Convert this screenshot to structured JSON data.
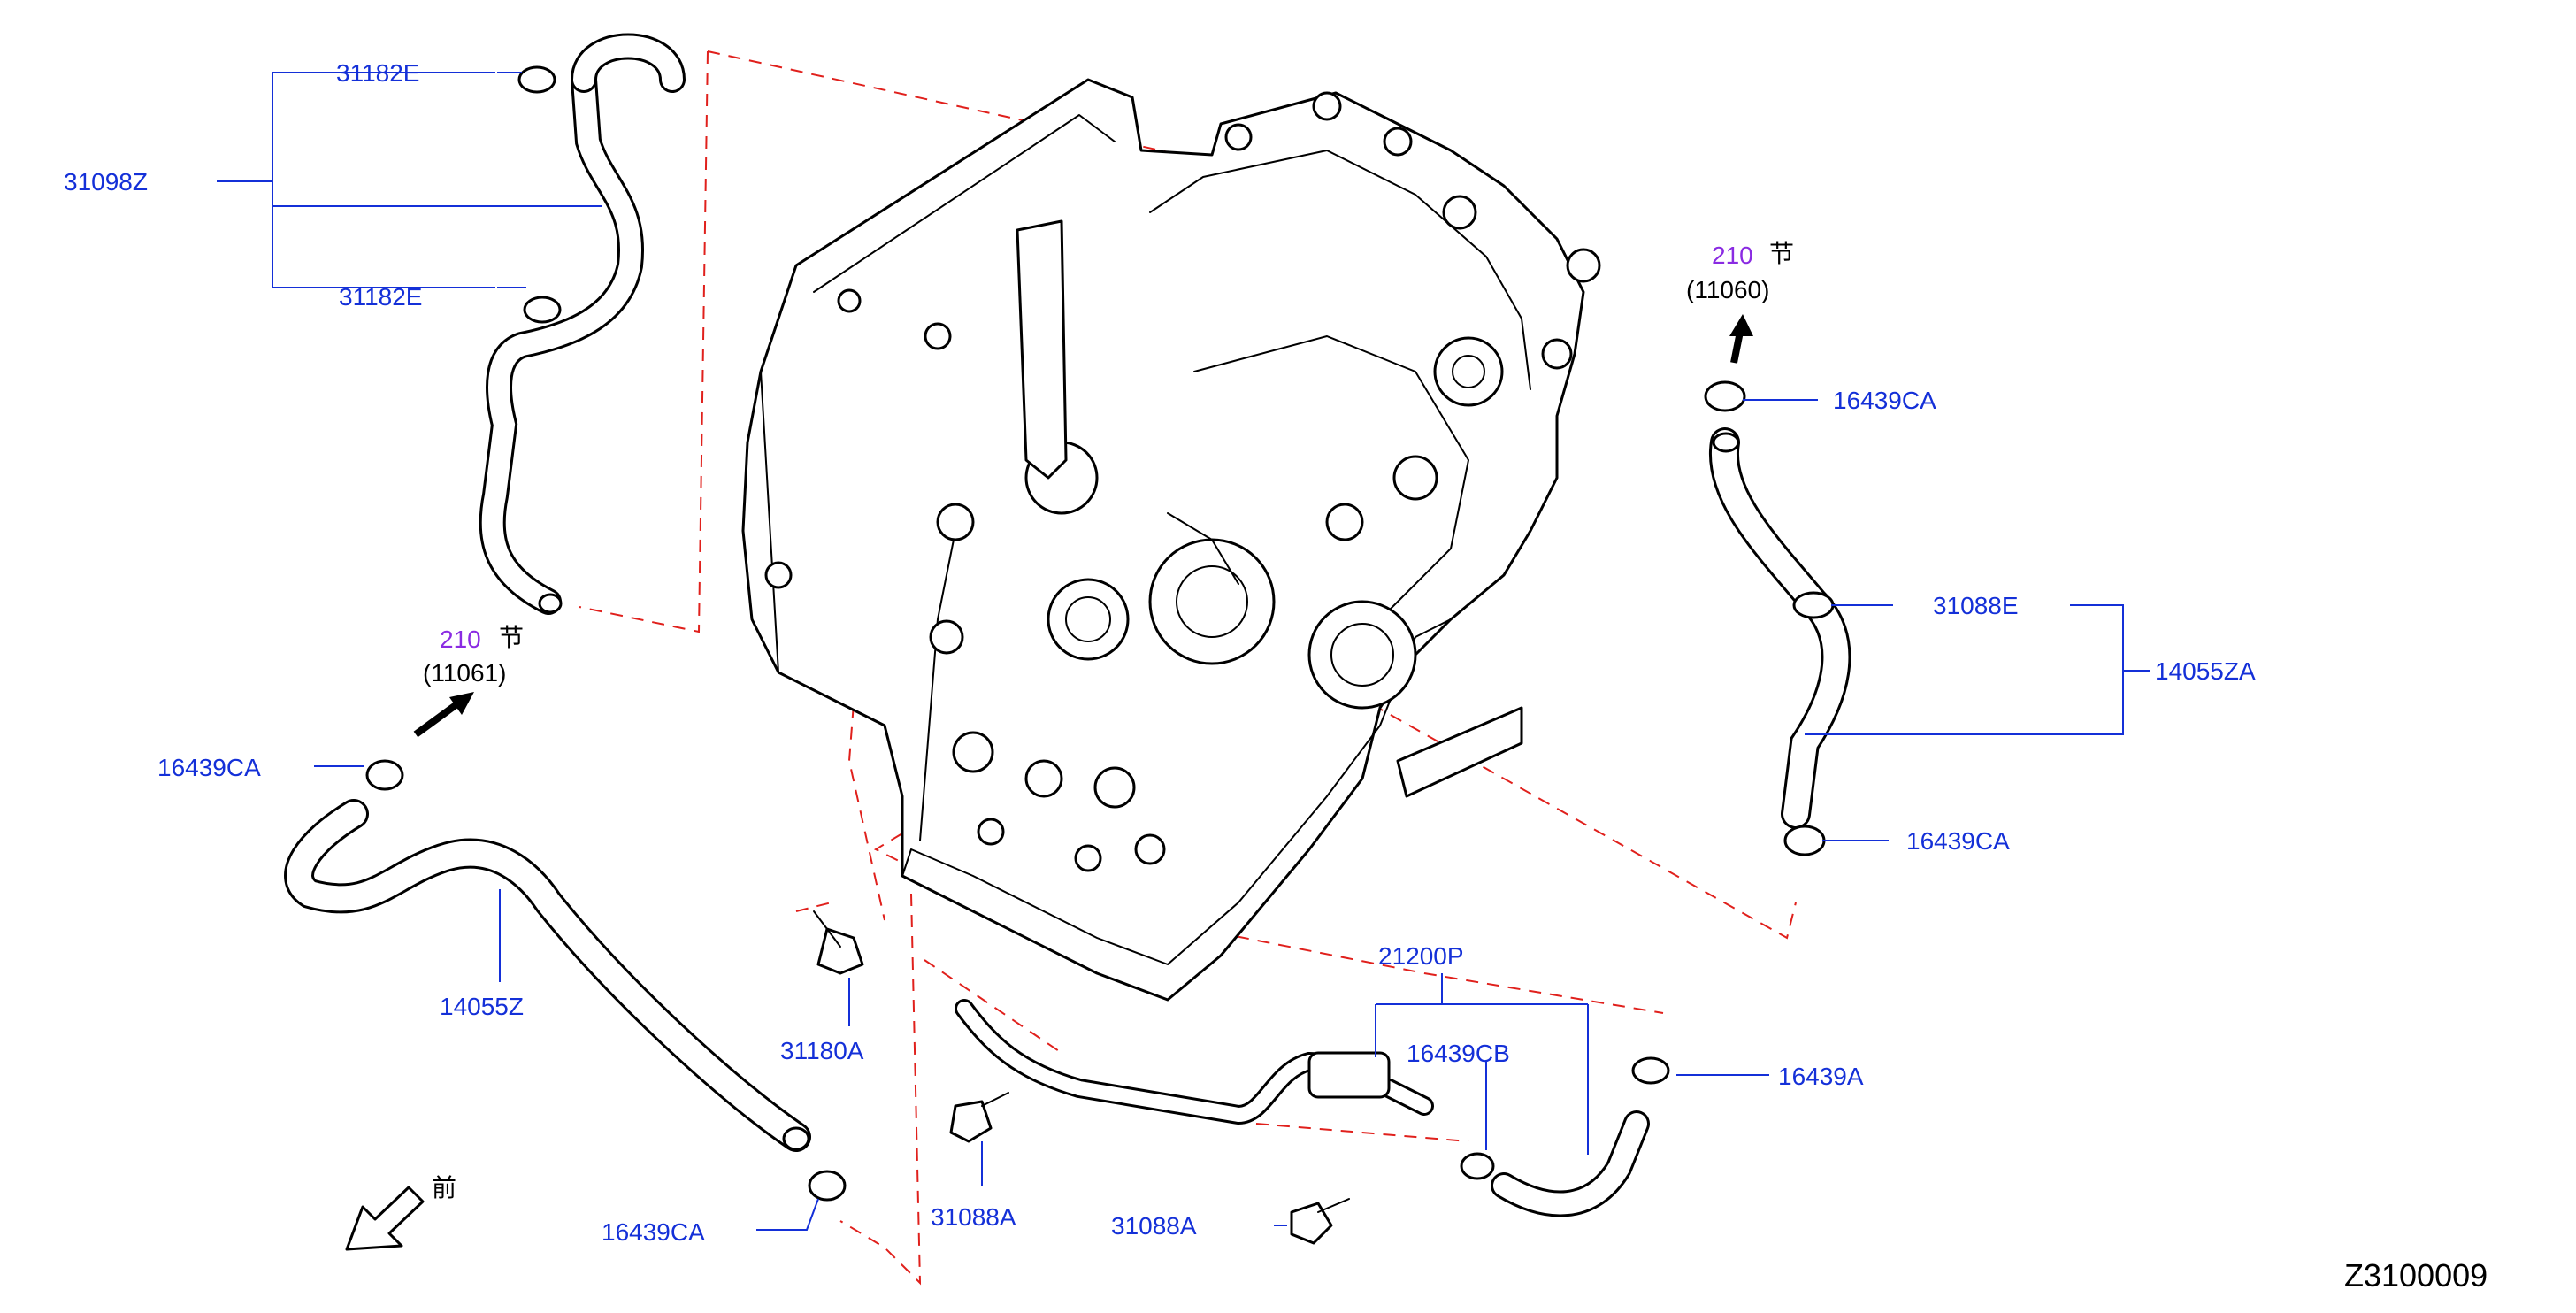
{
  "diagram": {
    "figure_id": "Z3100009",
    "front_marker": "前",
    "callouts": {
      "c31182E_top": "31182E",
      "c31098Z": "31098Z",
      "c31182E_bottom": "31182E",
      "c210_left": "210",
      "c11061": "(11061)",
      "c16439CA_left": "16439CA",
      "c14055Z": "14055Z",
      "c31180A": "31180A",
      "c16439CA_bottom": "16439CA",
      "c31088A_left": "31088A",
      "c31088A_right": "31088A",
      "c21200P": "21200P",
      "c16439CB": "16439CB",
      "c16439A": "16439A",
      "c210_right": "210",
      "c11060": "(11060)",
      "c16439CA_right_top": "16439CA",
      "c31088E": "31088E",
      "c14055ZA": "14055ZA",
      "c16439CA_right_bottom": "16439CA",
      "kanji_left": "节",
      "kanji_right": "节"
    }
  }
}
